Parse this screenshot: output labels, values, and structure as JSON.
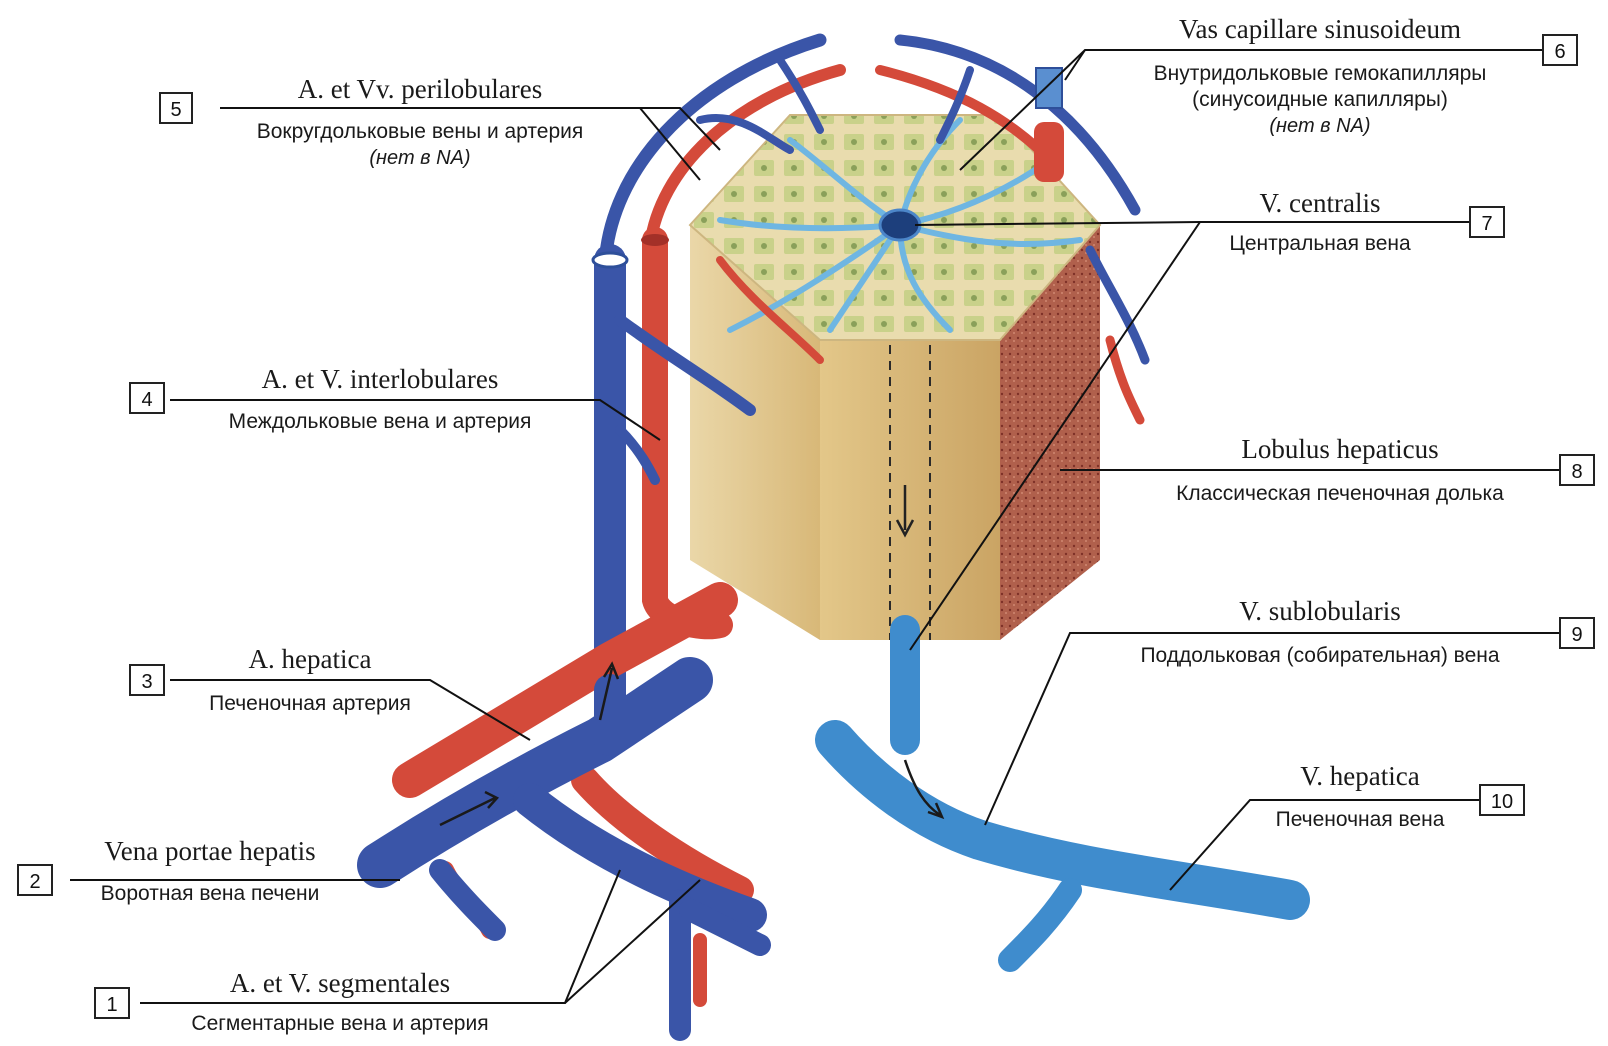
{
  "labels": [
    {
      "num": "1",
      "latin": "A. et V. segmentales",
      "russian": "Сегментарные вена и артерия"
    },
    {
      "num": "2",
      "latin": "Vena portae hepatis",
      "russian": "Воротная вена печени"
    },
    {
      "num": "3",
      "latin": "A. hepatica",
      "russian": "Печеночная артерия"
    },
    {
      "num": "4",
      "latin": "A. et V. interlobulares",
      "russian": "Междольковые вена и артерия"
    },
    {
      "num": "5",
      "latin": "A. et Vv. perilobulares",
      "russian": "Вокругдольковые вены и артерия",
      "note": "(нет в NA)"
    },
    {
      "num": "6",
      "latin": "Vas capillare sinusoideum",
      "russian": "Внутридольковые гемокапилляры",
      "russian2": "(синусоидные капилляры)",
      "note": "(нет в NA)"
    },
    {
      "num": "7",
      "latin": "V. centralis",
      "russian": "Центральная вена"
    },
    {
      "num": "8",
      "latin": "Lobulus hepaticus",
      "russian": "Классическая печеночная долька"
    },
    {
      "num": "9",
      "latin": "V. sublobularis",
      "russian": "Поддольковая (собирательная) вена"
    },
    {
      "num": "10",
      "latin": "V. hepatica",
      "russian": "Печеночная вена"
    }
  ],
  "colors": {
    "vein_dark": "#3a55a8",
    "vein_light": "#5aa0d8",
    "artery": "#d44a3a",
    "lobule_top": "#e8d9a8",
    "lobule_front": "#d9b878",
    "lobule_side": "#b86850"
  }
}
